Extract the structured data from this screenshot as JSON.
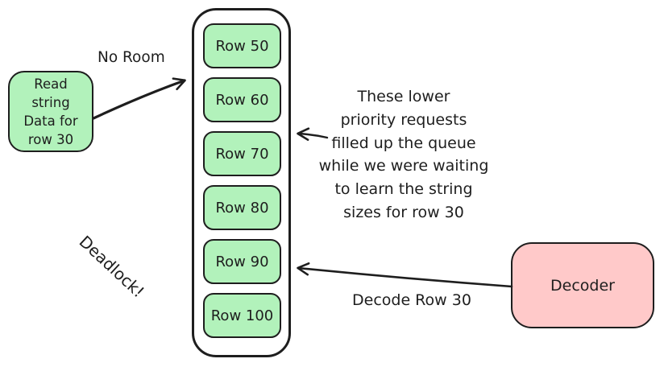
{
  "diagram": {
    "colors": {
      "queue_row_fill": "#b2f2bb",
      "decoder_fill": "#ffc9c9",
      "stroke": "#1e1e1e",
      "background": "#ffffff"
    },
    "read_request_box": {
      "lines": [
        "Read",
        "string",
        "Data for",
        "row 30"
      ]
    },
    "no_room_label": "No Room",
    "queue": {
      "rows": [
        "Row 50",
        "Row 60",
        "Row 70",
        "Row 80",
        "Row 90",
        "Row 100"
      ]
    },
    "annotation": {
      "lines": [
        "These lower",
        "priority requests",
        "filled up the queue",
        "while we were waiting",
        "to learn the string",
        "sizes for row 30"
      ]
    },
    "deadlock_label": "Deadlock!",
    "decode_arrow_label": "Decode Row 30",
    "decoder_box": {
      "label": "Decoder"
    }
  }
}
